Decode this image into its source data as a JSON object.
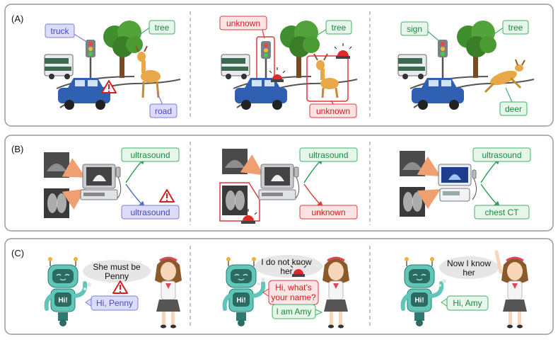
{
  "panels": {
    "a": {
      "tag": "(A)",
      "col1": {
        "truck": "truck",
        "tree": "tree",
        "road": "road"
      },
      "col2": {
        "unknown_top": "unknown",
        "tree": "tree",
        "unknown_bottom": "unknown"
      },
      "col3": {
        "sign": "sign",
        "tree": "tree",
        "deer": "deer"
      }
    },
    "b": {
      "tag": "(B)",
      "col1": {
        "top": "ultrasound",
        "bottom": "ultrasound"
      },
      "col2": {
        "top": "ultrasound",
        "bottom": "unknown"
      },
      "col3": {
        "top": "ultrasound",
        "bottom": "chest CT"
      }
    },
    "c": {
      "tag": "(C)",
      "col1": {
        "thought_line1": "She must be",
        "thought_line2": "Penny",
        "robot_chest": "Hi!",
        "speech": "Hi, Penny"
      },
      "col2": {
        "thought_line1": "I do not know",
        "thought_line2": "her",
        "robot_chest": "Hi!",
        "speech_line1": "Hi, what's",
        "speech_line2": "your name?",
        "reply": "I am Amy"
      },
      "col3": {
        "thought_line1": "Now I know",
        "thought_line2": "her",
        "robot_chest": "Hi!",
        "speech": "Hi, Amy"
      }
    }
  },
  "colors": {
    "green_border": "#43b06a",
    "green_fill": "#e6f6ea",
    "green_text": "#1a8a3c",
    "blue_border": "#7c7ce0",
    "blue_fill": "#dcdcf8",
    "blue_text": "#4a4ab8",
    "red_border": "#e03a3a",
    "red_fill": "#fde3e3",
    "red_text": "#cc1f1f",
    "panel_border": "#9a9a9a"
  }
}
